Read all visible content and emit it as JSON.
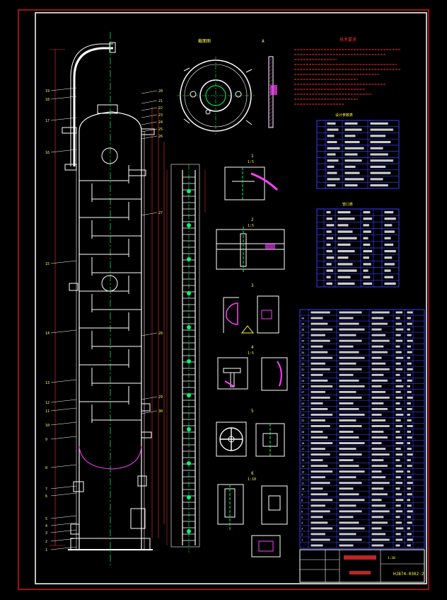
{
  "drawing": {
    "colors": {
      "background": "#000000",
      "frame": "#ffffff",
      "outer_frame": "#ff2020",
      "vessel": "#ffffff",
      "centerline": "#00ff66",
      "dimension": "#ff3030",
      "hatch": "#ff40ff",
      "table_line": "#3a3aff",
      "table_text": "#ffffff",
      "annotation": "#ffff40",
      "notes": "#ff3030"
    },
    "view_titles": {
      "section_a": "A",
      "detail_1": "1",
      "detail_2": "1:5",
      "detail_3": "2",
      "detail_4": "1:5",
      "detail_5": "3",
      "detail_6": "4",
      "detail_7": "1:5",
      "detail_8": "5",
      "detail_9": "6",
      "detail_10": "1:10"
    },
    "title_block": {
      "drawing_number": "HJ874-0302-2",
      "scale_text": "1:30"
    },
    "part_numbers_left": [
      "1",
      "2",
      "3",
      "4",
      "5",
      "6",
      "7",
      "8",
      "9",
      "10",
      "11",
      "12",
      "13",
      "14",
      "15",
      "16",
      "17",
      "18",
      "19"
    ],
    "part_numbers_right": [
      "20",
      "21",
      "22",
      "23",
      "24",
      "25",
      "26",
      "27",
      "28",
      "29",
      "30"
    ],
    "parts_list_numbers": [
      "40",
      "39",
      "38",
      "37",
      "36",
      "35",
      "34",
      "33",
      "32",
      "31",
      "30",
      "29",
      "28",
      "27",
      "26",
      "25",
      "24",
      "23",
      "22",
      "21",
      "20",
      "19",
      "18",
      "17",
      "16",
      "15",
      "14",
      "13",
      "12",
      "11",
      "10",
      "9",
      "8",
      "7",
      "6",
      "5",
      "4",
      "3",
      "2",
      "1"
    ]
  }
}
